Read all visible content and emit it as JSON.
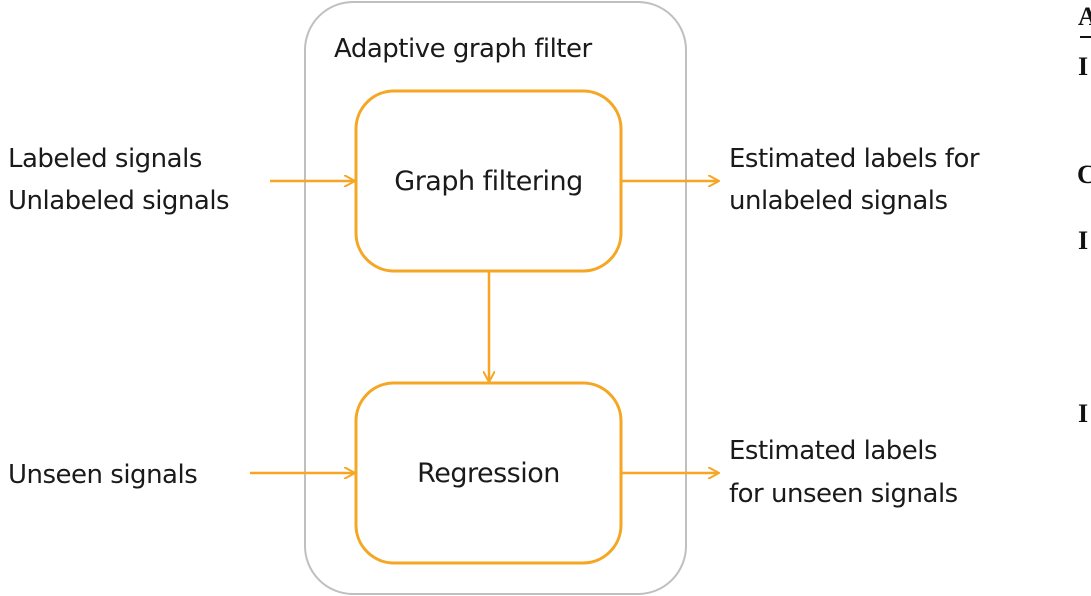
{
  "container": {
    "title": "Adaptive graph filter"
  },
  "nodes": {
    "graph_filtering": "Graph filtering",
    "regression": "Regression"
  },
  "inputs": {
    "labeled": "Labeled signals",
    "unlabeled": "Unlabeled signals",
    "unseen": "Unseen signals"
  },
  "outputs": {
    "unlabeled_line1": "Estimated labels for",
    "unlabeled_line2": "unlabeled signals",
    "unseen_line1": "Estimated labels",
    "unseen_line2": "for unseen signals"
  },
  "edge_fragments": [
    "A",
    "I",
    "C",
    "I",
    "I"
  ],
  "colors": {
    "arrow": "#F5A623",
    "node_border": "#F5A623",
    "container_border": "#BFBFBF",
    "text": "#1A1A1A"
  }
}
